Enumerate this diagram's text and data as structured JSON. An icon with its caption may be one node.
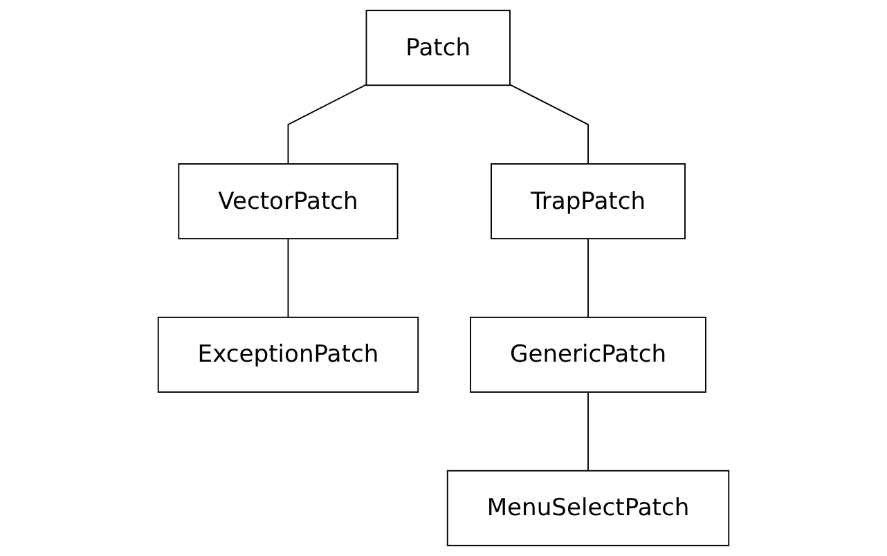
{
  "diagram": {
    "nodes": [
      {
        "text": [
          "Patch"
        ]
      },
      {
        "text": [
          "VectorPatch"
        ]
      },
      {
        "text": [
          "TrapPatch"
        ]
      },
      {
        "text": [
          "ExceptionPatch"
        ]
      },
      {
        "text": [
          "GenericPatch"
        ]
      },
      {
        "text": [
          "MenuSelectPatch"
        ]
      }
    ],
    "edges": [
      {
        "from": 0,
        "to": 1,
        "arrow": "none"
      },
      {
        "from": 0,
        "to": 2,
        "arrow": "none"
      },
      {
        "from": 1,
        "to": 3,
        "arrow": "none"
      },
      {
        "from": 2,
        "to": 4,
        "arrow": "none"
      },
      {
        "from": 4,
        "to": 5,
        "arrow": "none"
      }
    ]
  }
}
